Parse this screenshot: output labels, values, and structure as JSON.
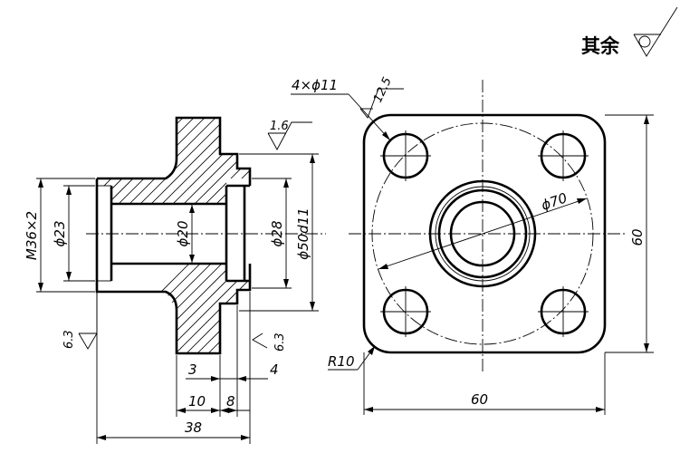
{
  "note": {
    "text": "其余"
  },
  "section_view": {
    "dimensions": {
      "m36": "M36×2",
      "d23": "ϕ23",
      "d20": "ϕ20",
      "d28": "ϕ28",
      "d50": "ϕ50d11",
      "len3": "3",
      "len4": "4",
      "len10": "10",
      "len8": "8",
      "len38": "38"
    },
    "roughness": {
      "top": "1.6",
      "left": "6.3",
      "right": "6.3"
    }
  },
  "top_view": {
    "dimensions": {
      "holes": "4×ϕ11",
      "d70": "ϕ70",
      "height60": "60",
      "width60": "60",
      "r10": "R10"
    },
    "roughness": {
      "holes": "12.5"
    }
  }
}
